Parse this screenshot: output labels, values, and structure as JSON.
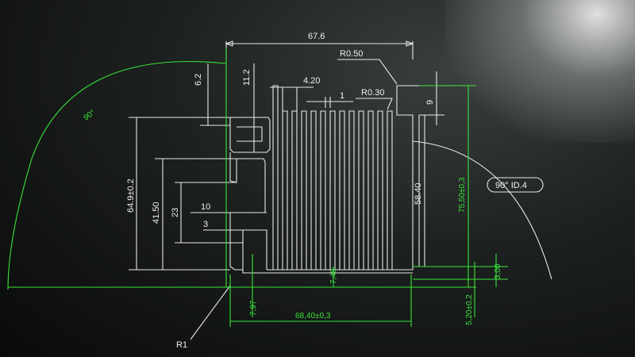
{
  "dims": {
    "width_overall": "67.6",
    "radius_050": "R0.50",
    "dim_6_2": "6.2",
    "dim_11_2": "11.2",
    "dim_4_20": "4.20",
    "dim_1": "1",
    "radius_030": "R0.30",
    "dim_9": "9",
    "angle_90": "90°",
    "height_64_9": "64.9±0.2",
    "dim_41_50": "41.50",
    "dim_23": "23",
    "dim_10": "10",
    "dim_3": "3",
    "fin_height": "58.40",
    "height_75_50": "75,50±0,3",
    "dim_7_48": "7,48",
    "dim_7_97": "7,97",
    "base_width": "68,40±0,3",
    "dim_5_20": "5,20±0,2",
    "dim_3_00": "3,00",
    "radius_r1": "R1"
  },
  "callout": "90° ID.4",
  "colors": {
    "white_lines": "#e8e8e8",
    "green_lines": "#39e33c",
    "background": "#0b0d0b"
  }
}
